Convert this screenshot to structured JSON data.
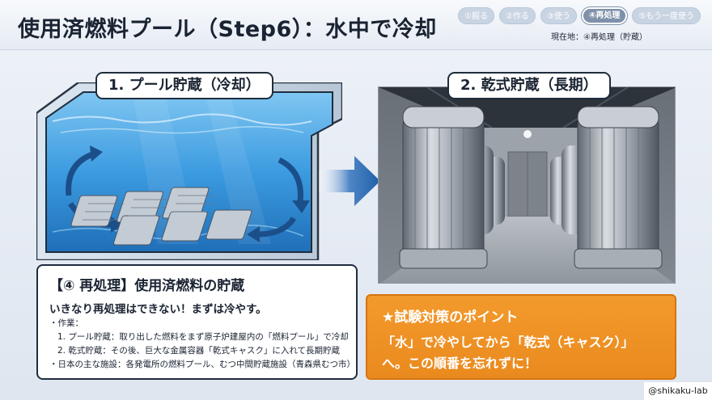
{
  "header": {
    "title": "使用済燃料プール（Step6）：水中で冷却",
    "location": "現在地：④再処理（貯蔵）"
  },
  "nav": {
    "items": [
      "①掘る",
      "②作る",
      "③使う",
      "④再処理",
      "⑤もう一度使う"
    ],
    "active_index": 3
  },
  "stages": {
    "left_label": "1. プール貯蔵（冷却）",
    "right_label": "2. 乾式貯蔵（長期）"
  },
  "info": {
    "heading": "【④ 再処理】使用済燃料の貯蔵",
    "lead": "いきなり再処理はできない！まずは冷やす。",
    "work_label": "・作業：",
    "step1": "1. プール貯蔵：取り出した燃料をまず原子炉建屋内の「燃料プール」で冷却",
    "step2": "2. 乾式貯蔵：その後、巨大な金属容器「乾式キャスク」に入れて長期貯蔵",
    "facilities": "・日本の主な施設：各発電所の燃料プール、むつ中間貯蔵施設（青森県むつ市）"
  },
  "tip": {
    "title": "★試験対策のポイント",
    "line1": "「水」で冷やしてから「乾式（キャスク）」",
    "line2": "へ。この順番を忘れずに！"
  },
  "credit": "@shikaku-lab",
  "colors": {
    "water": "#2f8fd6",
    "arrow": "#1f5fa8",
    "tip_orange": "#f39a2c",
    "cask_gray": "#9aa1a8"
  }
}
